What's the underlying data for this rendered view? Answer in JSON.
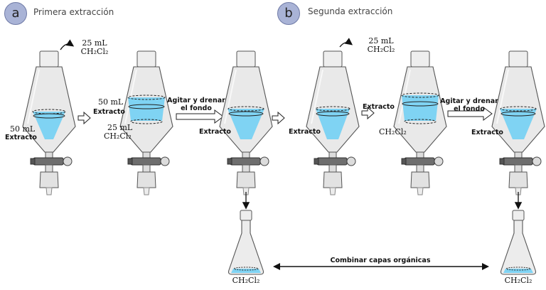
{
  "panel_a": {
    "letter": "a",
    "title": "Primera extracción"
  },
  "panel_b": {
    "letter": "b",
    "title": "Segunda extracción"
  },
  "labels": {
    "add_volume": "25 mL",
    "solvent": "CH₂Cl₂",
    "extract_volume": "50 mL",
    "extract": "Extracto",
    "lower_volume": "25 mL",
    "shake_line1": "Agitar y drenar",
    "shake_line2": "el fondo",
    "combine": "Combinar capas orgánicas"
  },
  "colors": {
    "liquid": "#7fd3f3",
    "glass": "#e6e6e6",
    "badge": "#a9b3d6"
  }
}
